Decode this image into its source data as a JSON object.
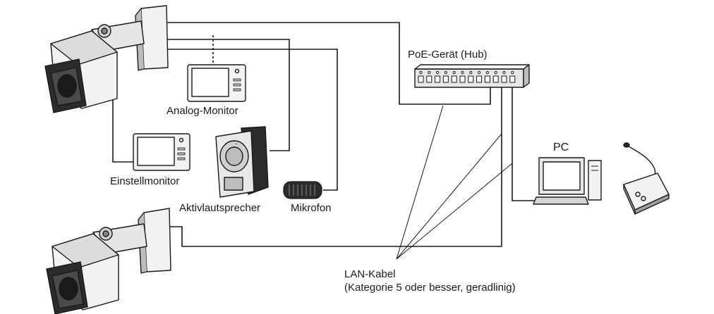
{
  "labels": {
    "analog_monitor": "Analog-Monitor",
    "setup_monitor": "Einstellmonitor",
    "active_speaker": "Aktivlautsprecher",
    "microphone": "Mikrofon",
    "poe_hub": "PoE-Gerät (Hub)",
    "pc": "PC",
    "lan_cable_line1": "LAN-Kabel",
    "lan_cable_line2": "(Kategorie 5 oder besser, geradlinig)"
  },
  "icons": {
    "camera_top": "bullet-camera-icon",
    "camera_bottom": "bullet-camera-icon",
    "analog_monitor": "monitor-icon",
    "setup_monitor": "monitor-icon",
    "speaker": "speaker-icon",
    "microphone": "microphone-icon",
    "hub": "network-switch-icon",
    "pc": "computer-icon",
    "desk_microphone": "desk-microphone-icon"
  },
  "colors": {
    "line": "#1a1a1a",
    "device_fill": "#f2f2f2",
    "device_shade": "#bdbdbd",
    "dark": "#2b2b2b"
  }
}
